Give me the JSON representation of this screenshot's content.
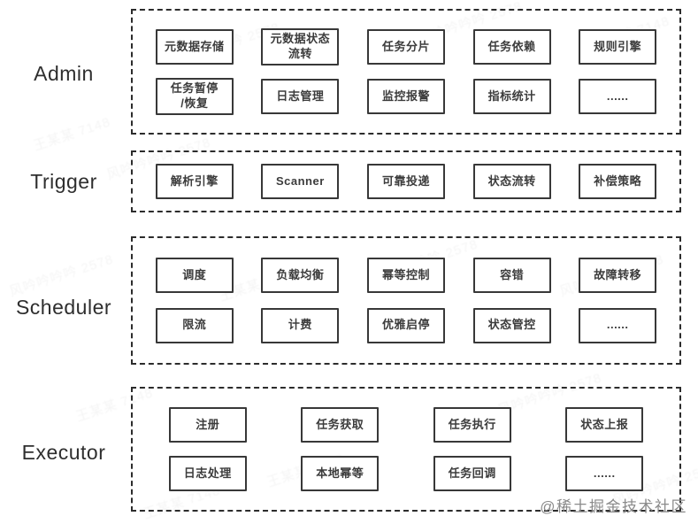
{
  "watermark": {
    "w1": "王某某 7148",
    "w2": "风吟吟吟吟 2578",
    "credit": "@稀土掘金技术社区"
  },
  "layers": [
    {
      "label": "Admin",
      "rows": [
        [
          "元数据存储",
          "元数据状态\n流转",
          "任务分片",
          "任务依赖",
          "规则引擎"
        ],
        [
          "任务暂停\n/恢复",
          "日志管理",
          "监控报警",
          "指标统计",
          "......"
        ]
      ]
    },
    {
      "label": "Trigger",
      "rows": [
        [
          "解析引擎",
          "Scanner",
          "可靠投递",
          "状态流转",
          "补偿策略"
        ]
      ]
    },
    {
      "label": "Scheduler",
      "rows": [
        [
          "调度",
          "负载均衡",
          "幂等控制",
          "容错",
          "故障转移"
        ],
        [
          "限流",
          "计费",
          "优雅启停",
          "状态管控",
          "......"
        ]
      ]
    },
    {
      "label": "Executor",
      "rows": [
        [
          "注册",
          "任务获取",
          "任务执行",
          "状态上报"
        ],
        [
          "日志处理",
          "本地幂等",
          "任务回调",
          "......"
        ]
      ]
    }
  ]
}
